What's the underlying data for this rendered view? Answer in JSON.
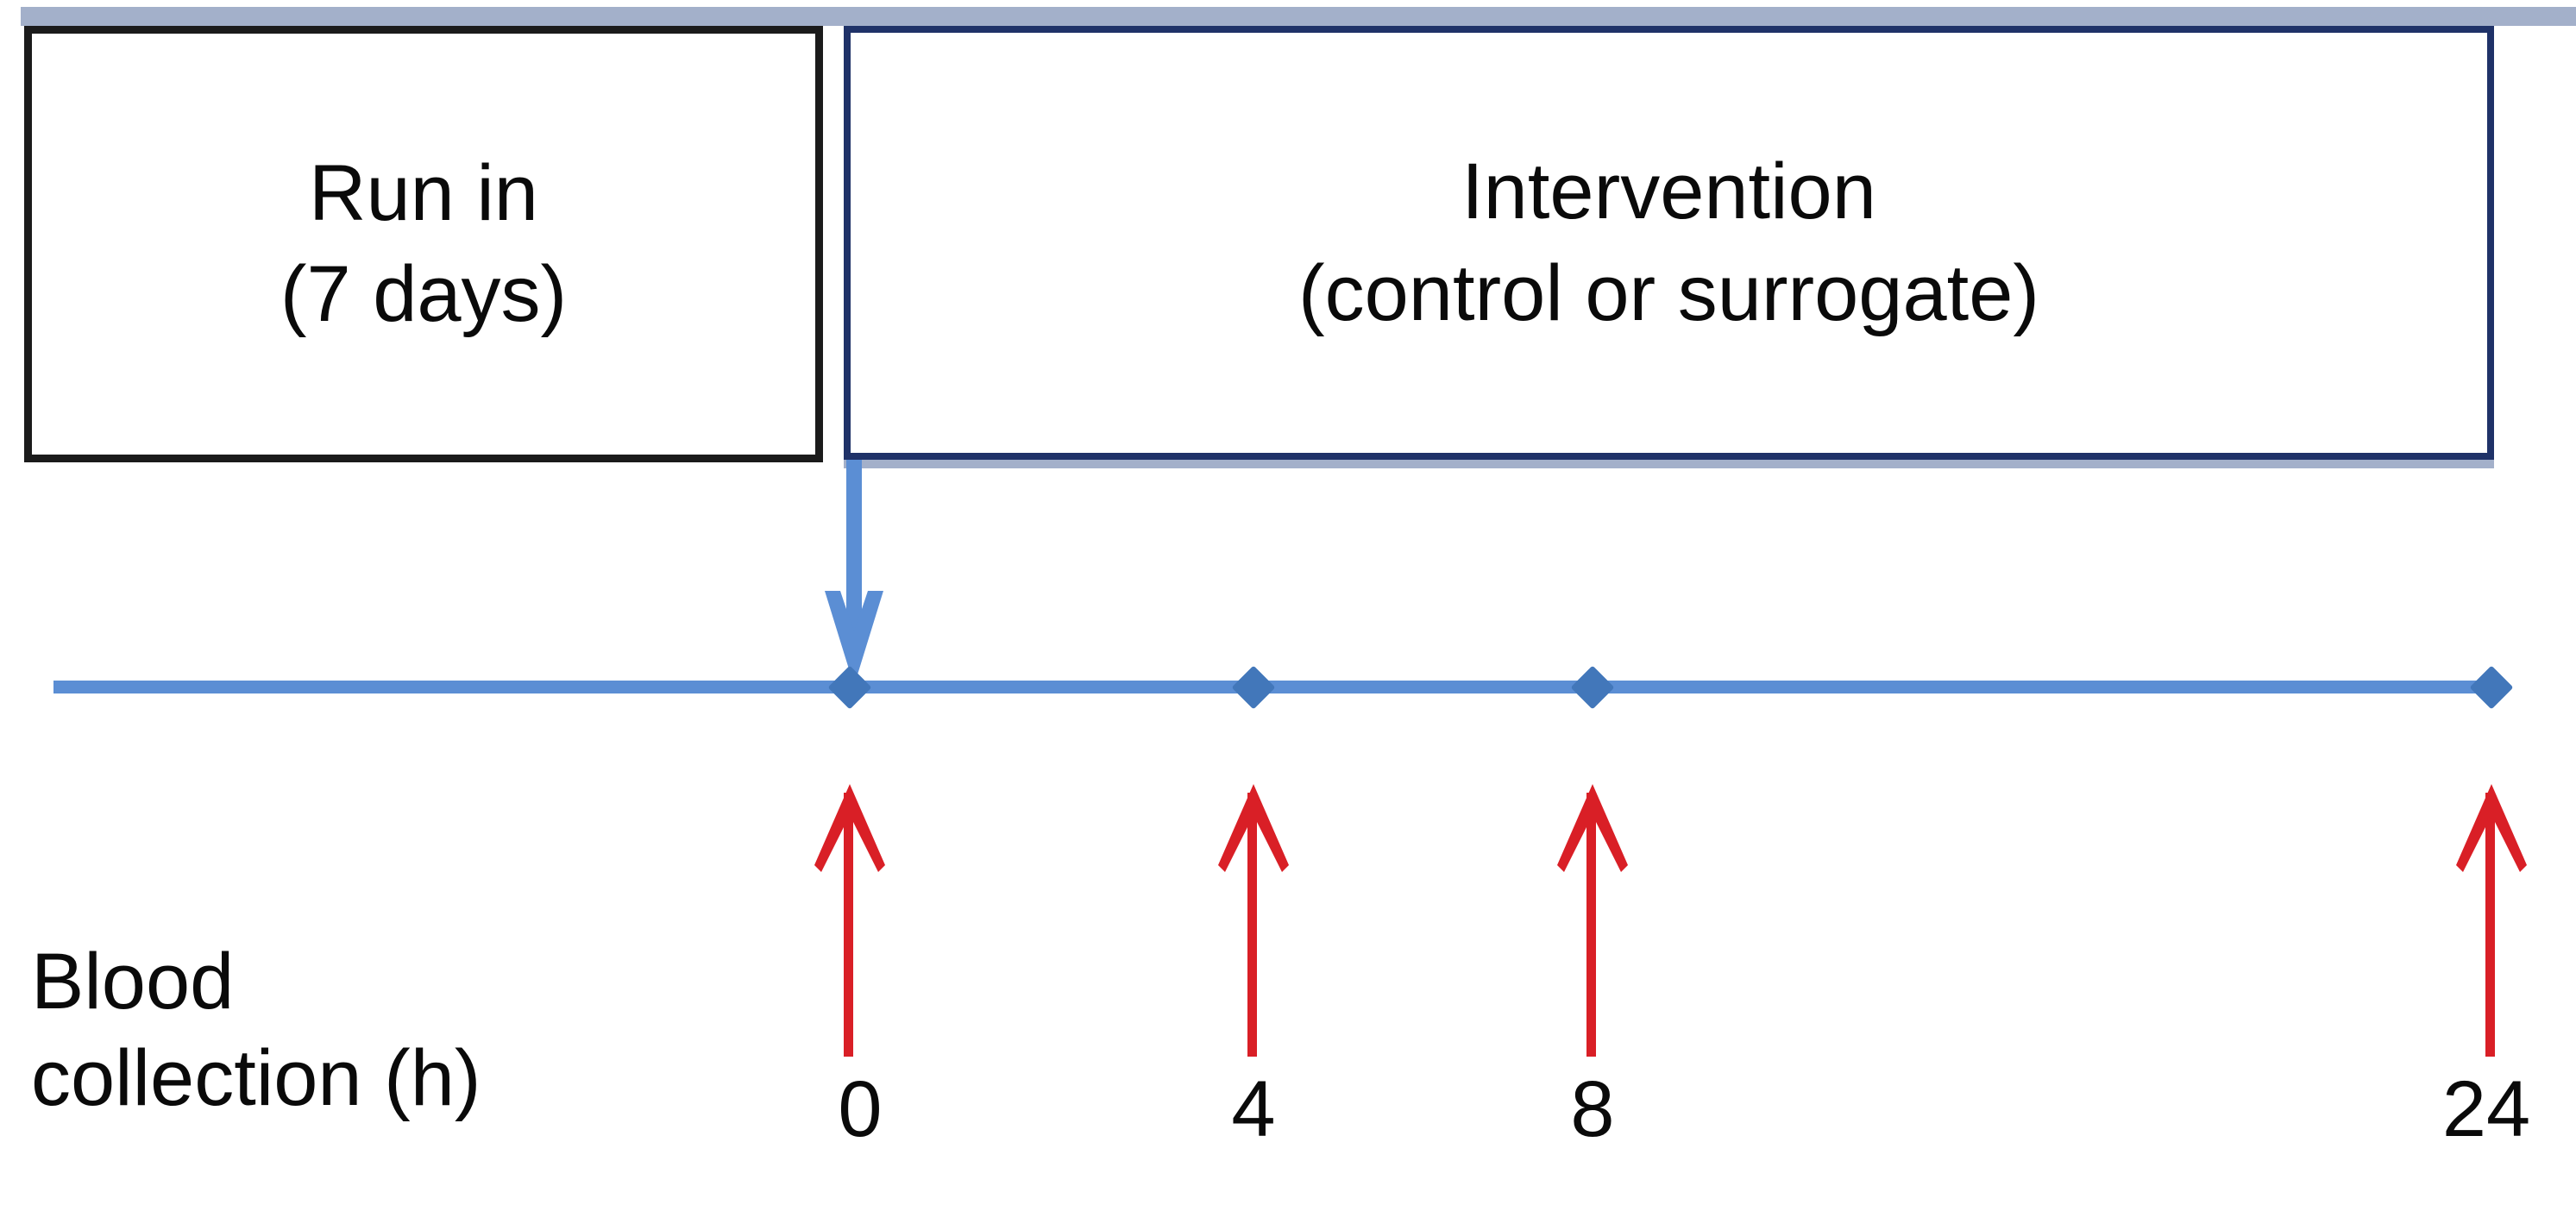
{
  "figure": {
    "type": "study-timeline-diagram",
    "phases": [
      {
        "id": "run-in",
        "title": "Run in",
        "detail": "(7 days)",
        "border_color": "#1b1b1b"
      },
      {
        "id": "intervention",
        "title": "Intervention",
        "detail": "(control or surrogate)",
        "border_color": "#1f3268"
      }
    ],
    "timeline": {
      "axis_color": "#5b8ed4",
      "marker_color": "#4277ba",
      "arrow_color": "#d91f26",
      "phase_arrow_color": "#5b8ed4",
      "label": "Blood",
      "label_line_2": "collection (h)",
      "unit": "h",
      "timepoints": [
        {
          "label": "0",
          "hours": 0
        },
        {
          "label": "4",
          "hours": 4
        },
        {
          "label": "8",
          "hours": 8
        },
        {
          "label": "24",
          "hours": 24
        }
      ]
    },
    "icons": {
      "phase_transition": "down-arrow-icon",
      "sample_marker": "up-arrow-icon",
      "timepoint_marker": "diamond-icon"
    }
  },
  "chart_data": {
    "type": "table",
    "title": "Run in (7 days) then Intervention (control or surrogate)",
    "xlabel": "Blood collection (h)",
    "ylabel": "",
    "categories": [
      "0",
      "4",
      "8",
      "24"
    ],
    "values": [
      0,
      4,
      8,
      24
    ],
    "x": [
      0,
      4,
      8,
      24
    ],
    "xlim": [
      0,
      24
    ],
    "grid": false,
    "legend": "none",
    "annotations": [
      "Run in (7 days)",
      "Intervention (control or surrogate)",
      "Blood collection (h)"
    ],
    "series": [
      {
        "name": "Blood collection timepoints (h)",
        "values": [
          0,
          4,
          8,
          24
        ]
      }
    ]
  }
}
